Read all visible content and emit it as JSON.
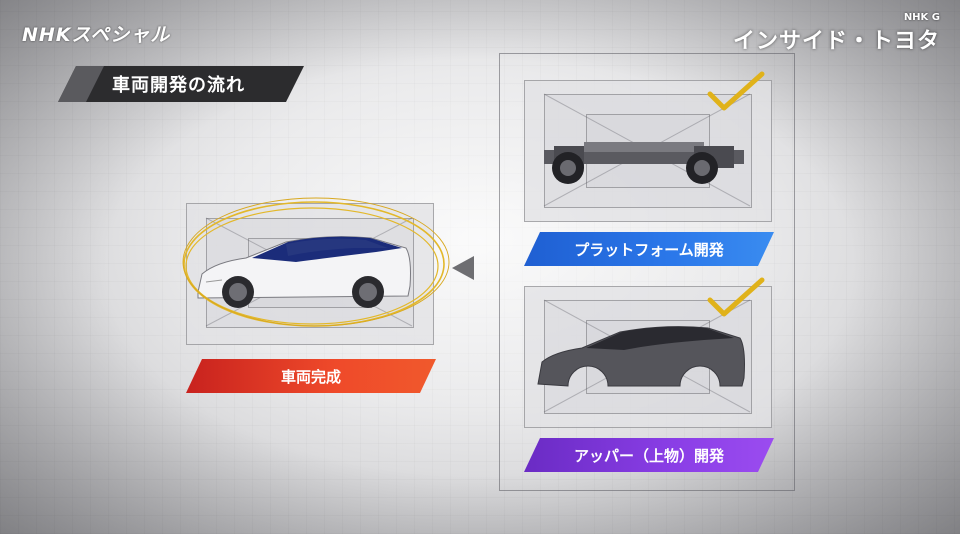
{
  "header": {
    "logo_left": "NHKスペシャル",
    "logo_right_small": "NHK G",
    "logo_right_big": "インサイド・トヨタ"
  },
  "title": "車両開発の流れ",
  "labels": {
    "vehicle_complete": "車両完成",
    "platform_dev": "プラットフォーム開発",
    "upper_dev": "アッパー（上物）開発"
  },
  "colors": {
    "red": "#ef4a2a",
    "blue": "#2b78ea",
    "purple": "#8a3ee6",
    "check": "#e0b21a",
    "circle": "#e3b82a"
  }
}
